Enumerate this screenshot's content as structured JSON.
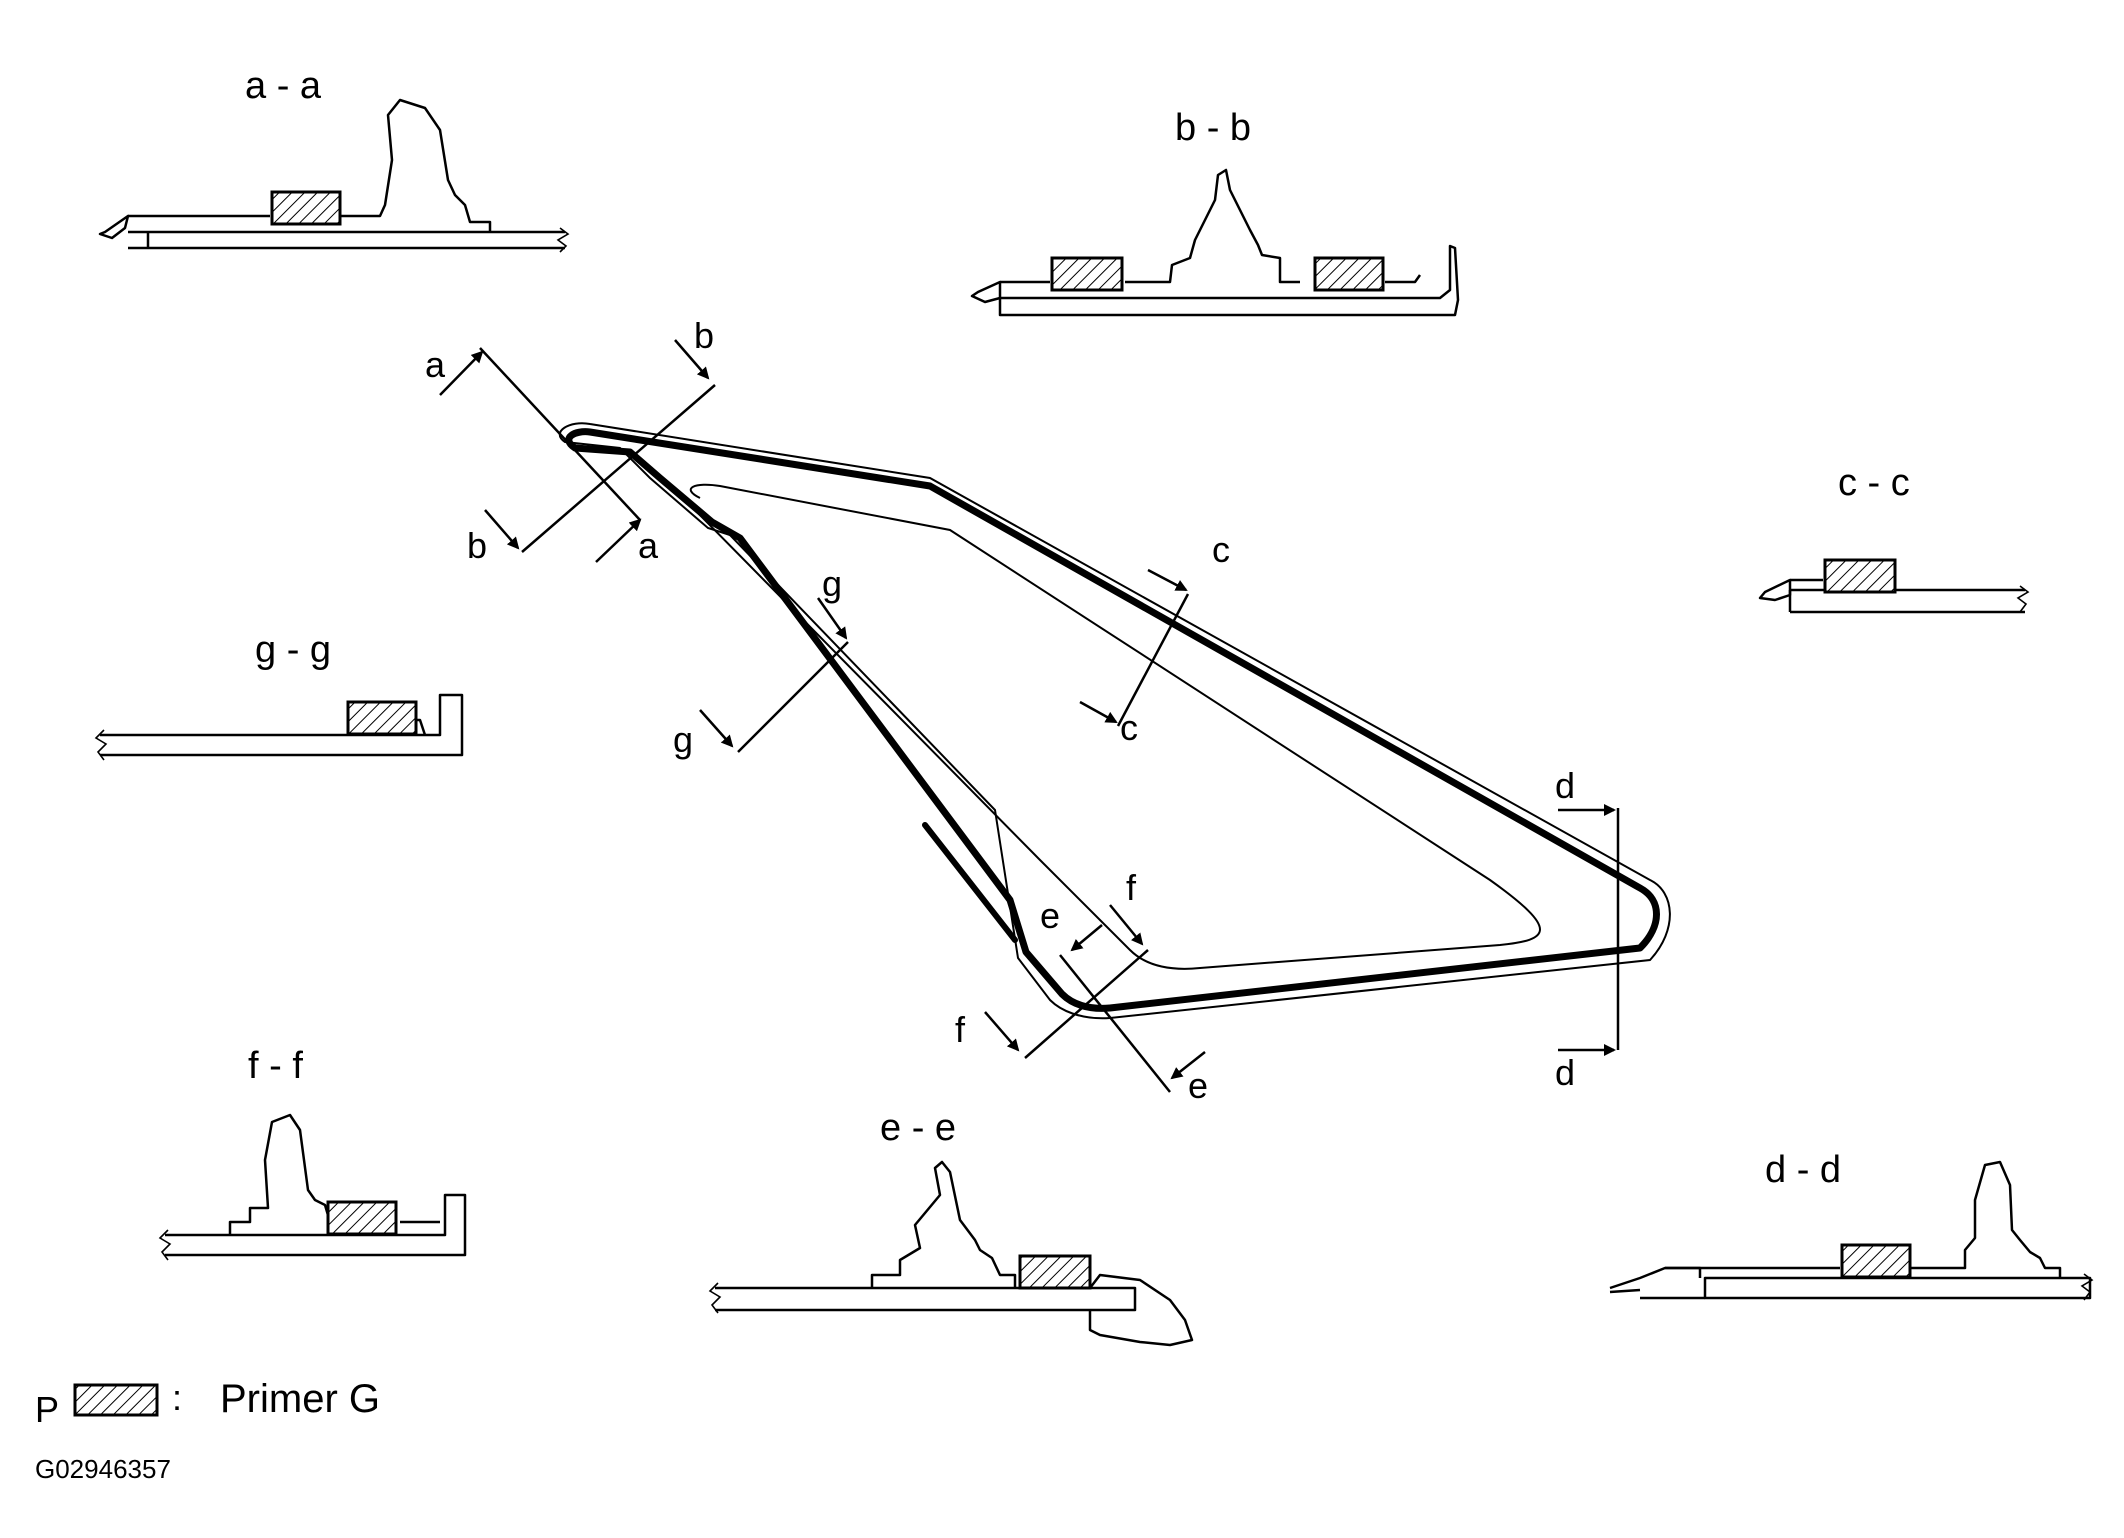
{
  "sections": {
    "aa": "a - a",
    "bb": "b - b",
    "cc": "c - c",
    "dd": "d - d",
    "ee": "e - e",
    "ff": "f - f",
    "gg": "g - g"
  },
  "cut_letters": {
    "a": "a",
    "b": "b",
    "c": "c",
    "d": "d",
    "e": "e",
    "f": "f",
    "g": "g"
  },
  "legend": {
    "symbol": "P",
    "colon": ":",
    "text": "Primer G"
  },
  "figure_code": "G02946357"
}
